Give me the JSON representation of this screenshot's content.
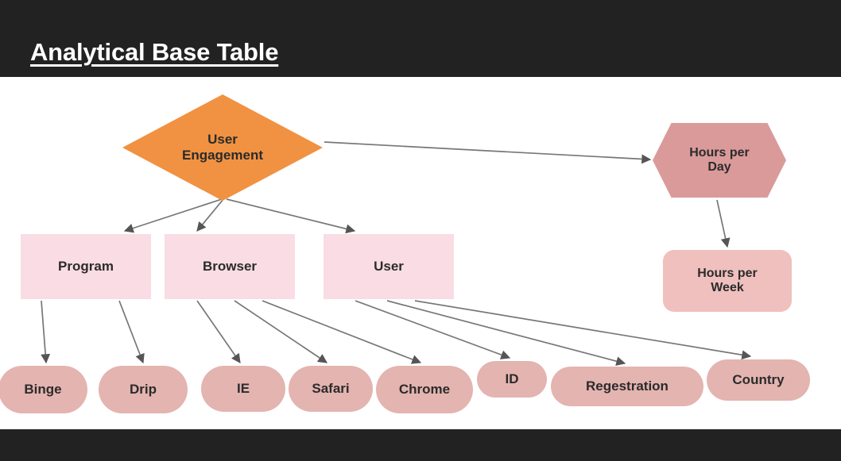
{
  "slide": {
    "title": "Analytical Base Table",
    "header_bg": "#222222",
    "footer_bg": "#222222",
    "canvas_bg": "#ffffff"
  },
  "palette": {
    "entity_orange": "#F09242",
    "derived_rose": "#DB9A9A",
    "attribute_pink": "#EFC0BE",
    "group_light_pink": "#F9DCE4",
    "value_pill": "#E4B4B0",
    "connector": "#666666",
    "text_dark": "#2b2b2b"
  },
  "diagram": {
    "entity": {
      "label": "User\nEngagement",
      "shape": "diamond"
    },
    "derived": [
      {
        "id": "hours-day",
        "label": "Hours per\nDay",
        "shape": "hexagon"
      },
      {
        "id": "hours-week",
        "label": "Hours per\nWeek",
        "shape": "rounded-rect"
      }
    ],
    "groups": [
      {
        "id": "program",
        "label": "Program",
        "shape": "rect"
      },
      {
        "id": "browser",
        "label": "Browser",
        "shape": "rect"
      },
      {
        "id": "user",
        "label": "User",
        "shape": "rect"
      }
    ],
    "values": [
      {
        "id": "binge",
        "label": "Binge",
        "parent": "program"
      },
      {
        "id": "drip",
        "label": "Drip",
        "parent": "program"
      },
      {
        "id": "ie",
        "label": "IE",
        "parent": "browser"
      },
      {
        "id": "safari",
        "label": "Safari",
        "parent": "browser"
      },
      {
        "id": "chrome",
        "label": "Chrome",
        "parent": "browser"
      },
      {
        "id": "id",
        "label": "ID",
        "parent": "user"
      },
      {
        "id": "regestration",
        "label": "Regestration",
        "parent": "user"
      },
      {
        "id": "country",
        "label": "Country",
        "parent": "user"
      }
    ],
    "edges": [
      {
        "from": "entity",
        "to": "hours-day"
      },
      {
        "from": "hours-day",
        "to": "hours-week"
      },
      {
        "from": "entity",
        "to": "program"
      },
      {
        "from": "entity",
        "to": "browser"
      },
      {
        "from": "entity",
        "to": "user"
      },
      {
        "from": "program",
        "to": "binge"
      },
      {
        "from": "program",
        "to": "drip"
      },
      {
        "from": "browser",
        "to": "ie"
      },
      {
        "from": "browser",
        "to": "safari"
      },
      {
        "from": "browser",
        "to": "chrome"
      },
      {
        "from": "user",
        "to": "id"
      },
      {
        "from": "user",
        "to": "regestration"
      },
      {
        "from": "user",
        "to": "country"
      }
    ]
  }
}
